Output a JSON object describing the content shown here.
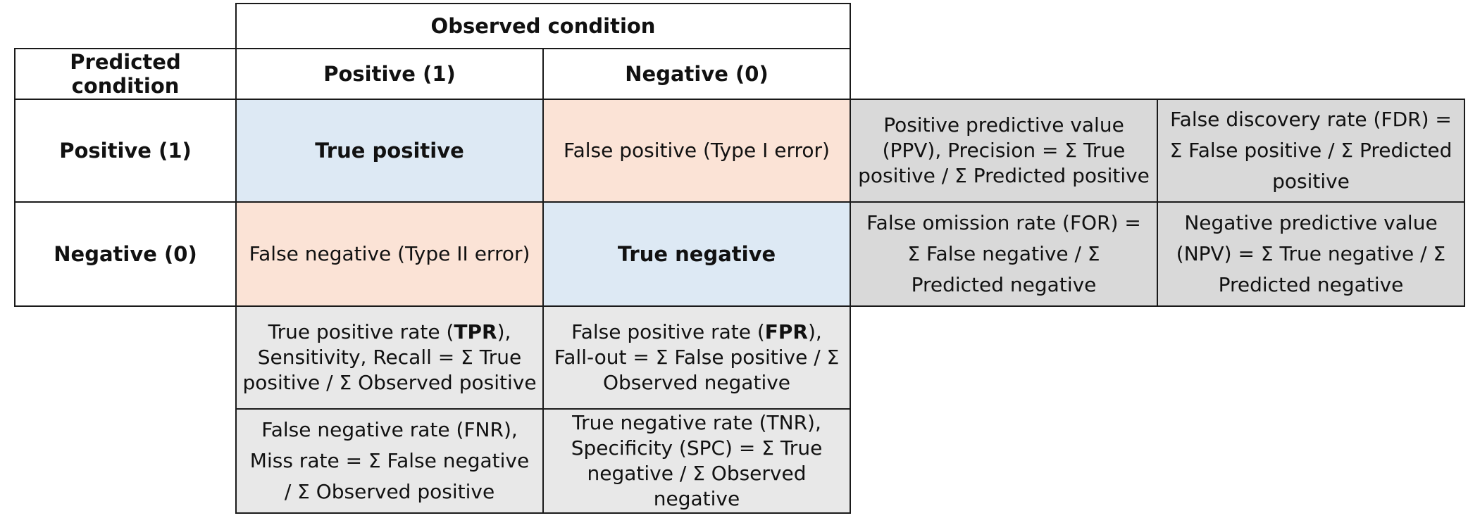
{
  "header": {
    "observed_condition": "Observed condition",
    "predicted_condition": "Predicted condition",
    "col_positive": "Positive (1)",
    "col_negative": "Negative (0)",
    "row_positive": "Positive (1)",
    "row_negative": "Negative (0)"
  },
  "matrix": {
    "true_positive": "True positive",
    "false_positive": "False positive (Type I error)",
    "false_negative": "False negative (Type II error)",
    "true_negative": "True negative"
  },
  "row_metrics": {
    "ppv": "Positive predictive value (PPV), Precision = Σ True positive / Σ Predicted positive",
    "fdr": "False discovery rate (FDR) = Σ False positive / Σ Predicted positive",
    "for": "False omission rate (FOR) = Σ False negative / Σ Predicted negative",
    "npv": "Negative predictive value (NPV) = Σ True negative / Σ Predicted negative"
  },
  "col_metrics": {
    "tpr_pre": "True positive rate (",
    "tpr_abbr": "TPR",
    "tpr_post": "), Sensitivity, Recall = Σ True positive / Σ Observed positive",
    "fpr_pre": "False positive rate (",
    "fpr_abbr": "FPR",
    "fpr_post": "), Fall-out = Σ False positive / Σ Observed negative",
    "fnr": "False negative rate (FNR), Miss rate = Σ False negative / Σ Observed positive",
    "tnr": "True negative rate (TNR), Specificity (SPC) = Σ True negative / Σ Observed negative"
  },
  "colors": {
    "true_cell": "#dde9f4",
    "error_cell": "#fbe3d6",
    "metric_cell": "#d9d9d9",
    "col_metric_cell": "#e8e8e8"
  }
}
